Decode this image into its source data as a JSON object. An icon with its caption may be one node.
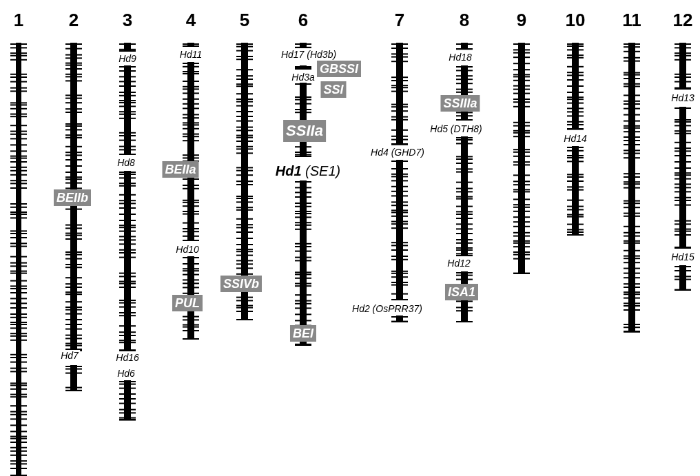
{
  "diagram": {
    "nodes": [
      {
        "text": [
          "1"
        ]
      },
      {
        "text": [
          "2"
        ]
      },
      {
        "text": [
          "3"
        ]
      },
      {
        "text": [
          "4"
        ]
      },
      {
        "text": [
          "5"
        ]
      },
      {
        "text": [
          "6"
        ]
      },
      {
        "text": [
          "7"
        ]
      },
      {
        "text": [
          "8"
        ]
      },
      {
        "text": [
          "9"
        ]
      },
      {
        "text": [
          "10"
        ]
      },
      {
        "text": [
          "11"
        ]
      },
      {
        "text": [
          "12"
        ]
      },
      {
        "text": [
          "GBSSI"
        ]
      },
      {
        "text": [
          "SSI"
        ]
      },
      {
        "text": [
          "SSIIIa"
        ]
      },
      {
        "text": [
          "SSIIa"
        ]
      },
      {
        "text": [
          "BEIIa"
        ]
      },
      {
        "text": [
          "BEIIb"
        ]
      },
      {
        "text": [
          "SSIVb"
        ]
      },
      {
        "text": [
          "ISA1"
        ]
      },
      {
        "text": [
          "PUL"
        ]
      },
      {
        "text": [
          "BEI"
        ]
      }
    ],
    "labels": [
      "Hd9",
      "Hd11",
      "Hd17 (Hd3b)",
      "Hd18",
      "Hd3a",
      "Hd13",
      "Hd5 (DTH8)",
      "Hd14",
      "Hd4 (GHD7)",
      "Hd8",
      "**Hd1** (SE1)",
      "Hd10",
      "Hd15",
      "Hd12",
      "Hd2 (OsPRR37)",
      "Hd7",
      "Hd16",
      "Hd6"
    ]
  }
}
